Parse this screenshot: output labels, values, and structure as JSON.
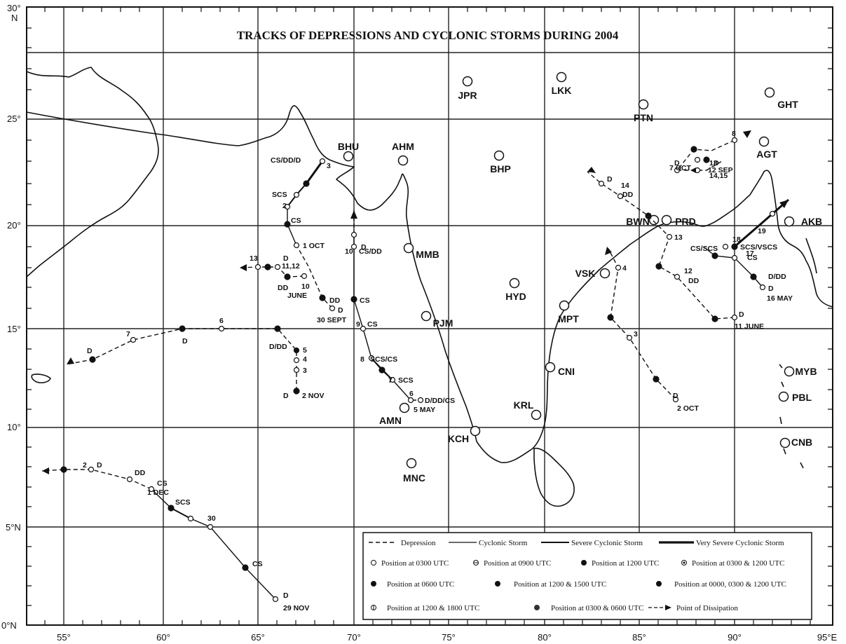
{
  "title": "TRACKS OF DEPRESSIONS AND CYCLONIC STORMS DURING 2004",
  "axes": {
    "lon_ticks": [
      "55°",
      "60°",
      "65°",
      "70°",
      "75°",
      "80°",
      "85°",
      "90°",
      "95°E"
    ],
    "lat_ticks": [
      "0°N",
      "5°N",
      "10°",
      "15°",
      "20°",
      "25°",
      "30°"
    ],
    "lat_top_unit": "N"
  },
  "stations": [
    {
      "code": "JPR"
    },
    {
      "code": "LKK"
    },
    {
      "code": "PTN"
    },
    {
      "code": "GHT"
    },
    {
      "code": "BHU"
    },
    {
      "code": "AHM"
    },
    {
      "code": "BHP"
    },
    {
      "code": "AGT"
    },
    {
      "code": "BWN"
    },
    {
      "code": "PRD"
    },
    {
      "code": "AKB"
    },
    {
      "code": "MMB"
    },
    {
      "code": "HYD"
    },
    {
      "code": "VSK"
    },
    {
      "code": "MPT"
    },
    {
      "code": "PJM"
    },
    {
      "code": "CNI"
    },
    {
      "code": "KRL"
    },
    {
      "code": "KCH"
    },
    {
      "code": "AMN"
    },
    {
      "code": "MNC"
    },
    {
      "code": "MYB"
    },
    {
      "code": "PBL"
    },
    {
      "code": "CNB"
    }
  ],
  "track_labels": [
    "CS/DD/D",
    "3",
    "SCS",
    "2",
    "CS",
    "1 OCT",
    "13",
    "D",
    "11,12",
    "DD",
    "10",
    "JUNE",
    "30 SEPT",
    "D",
    "DD",
    "10",
    "CS/DD",
    "D",
    "CS",
    "9",
    "CS",
    "8",
    "SCS/CS",
    "7",
    "SCS",
    "6",
    "D/DD/CS",
    "5 MAY",
    "6",
    "7",
    "D",
    "D",
    "D/DD",
    "5",
    "4",
    "3",
    "D",
    "2 NOV",
    "2",
    "D",
    "DD",
    "CS",
    "1 DEC",
    "SCS",
    "30",
    "CS",
    "D",
    "29 NOV",
    "8",
    "7 OCT",
    "D",
    "13",
    "D",
    "12 SEP",
    "14,15",
    "14",
    "DD",
    "D",
    "13",
    "12",
    "DD",
    "D",
    "11 JUNE",
    "4",
    "3",
    "D",
    "2 OCT",
    "19",
    "18",
    "CS/SCS",
    "SCS/VSCS",
    "17",
    "CS",
    "D/DD",
    "D",
    "16 MAY"
  ],
  "legend": {
    "lines": [
      "Depression",
      "Cyclonic Storm",
      "Severe Cyclonic Storm",
      "Very Severe Cyclonic Storm"
    ],
    "symbols": [
      "Position at 0300 UTC",
      "Position at 0900 UTC",
      "Position at 1200 UTC",
      "Position at 0300 & 1200 UTC",
      "Position at 0600 UTC",
      "Position at 1200 & 1500 UTC",
      "Position at 0000, 0300 & 1200 UTC",
      "Position at 1200 & 1800 UTC",
      "Position at 0300 & 0600 UTC",
      "Point of Dissipation"
    ]
  }
}
